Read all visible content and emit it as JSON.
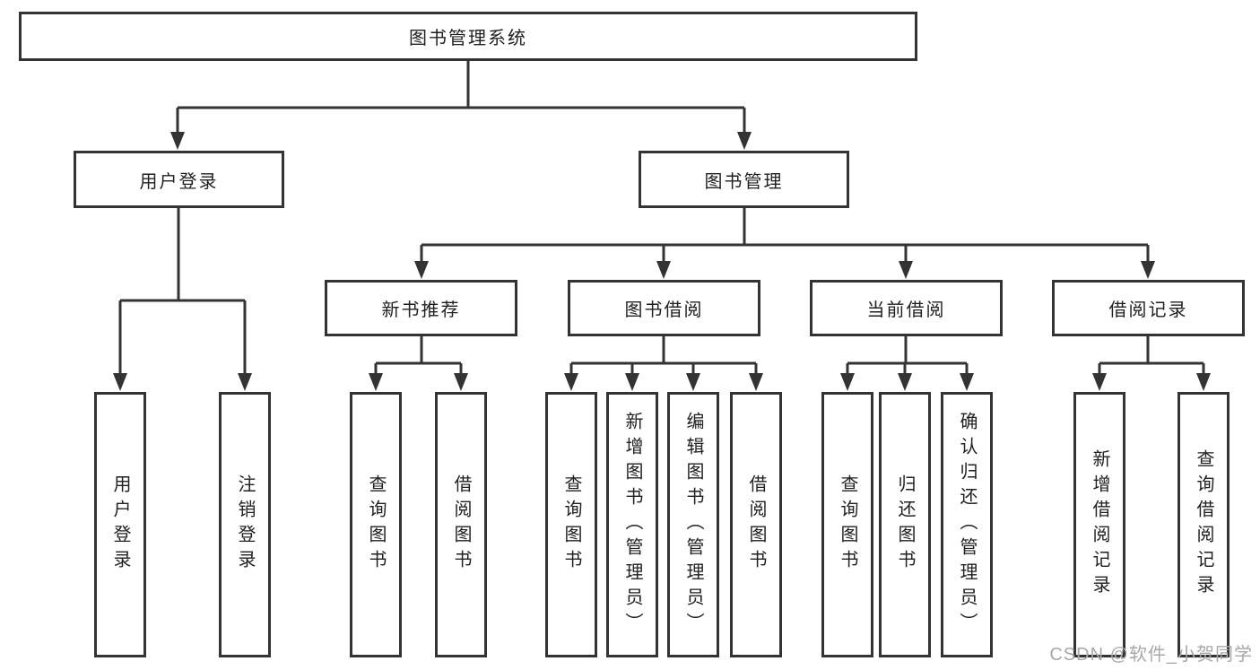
{
  "tree": {
    "label": "图书管理系统",
    "children": [
      {
        "label": "用户登录",
        "children": [
          {
            "label": "用户登录"
          },
          {
            "label": "注销登录"
          }
        ]
      },
      {
        "label": "图书管理",
        "children": [
          {
            "label": "新书推荐",
            "children": [
              {
                "label": "查询图书"
              },
              {
                "label": "借阅图书"
              }
            ]
          },
          {
            "label": "图书借阅",
            "children": [
              {
                "label": "查询图书"
              },
              {
                "label": "新增图书（管理员）"
              },
              {
                "label": "编辑图书（管理员）"
              },
              {
                "label": "借阅图书"
              }
            ]
          },
          {
            "label": "当前借阅",
            "children": [
              {
                "label": "查询图书"
              },
              {
                "label": "归还图书"
              },
              {
                "label": "确认归还（管理员）"
              }
            ]
          },
          {
            "label": "借阅记录",
            "children": [
              {
                "label": "新增借阅记录"
              },
              {
                "label": "查询借阅记录"
              }
            ]
          }
        ]
      }
    ]
  },
  "watermark": {
    "text": "CSDN @软件_小贺同学"
  },
  "colors": {
    "line": "#333333",
    "text": "#212121",
    "watermark": "#a8a8a8",
    "background": "#ffffff"
  }
}
